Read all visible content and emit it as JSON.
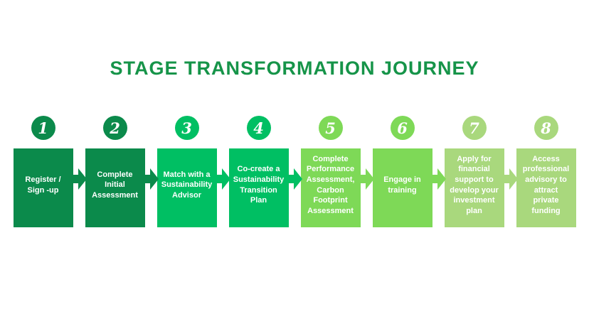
{
  "title": "STAGE TRANSFORMATION JOURNEY",
  "colors": {
    "title_green": "#169449",
    "dark_green": "#0B8A4B",
    "medium_green": "#00BF63",
    "light_green": "#7ED957",
    "pale_green": "#A9D87D",
    "step_text": "#FFFFFF",
    "background": "#FFFFFF"
  },
  "steps": [
    {
      "number": "1",
      "label": "Register /\nSign -up",
      "color": "#0B8A4B",
      "arrow_after": true
    },
    {
      "number": "2",
      "label": "Complete\nInitial\nAssessment",
      "color": "#0B8A4B",
      "arrow_after": true
    },
    {
      "number": "3",
      "label": "Match with a\nSustainability\nAdvisor",
      "color": "#00BF63",
      "arrow_after": true
    },
    {
      "number": "4",
      "label": "Co-create a\nSustainability\nTransition\nPlan",
      "color": "#00BF63",
      "arrow_after": true
    },
    {
      "number": "5",
      "label": "Complete\nPerformance\nAssessment,\nCarbon\nFootprint\nAssessment",
      "color": "#7ED957",
      "arrow_after": true
    },
    {
      "number": "6",
      "label": "Engage in\ntraining",
      "color": "#7ED957",
      "arrow_after": true
    },
    {
      "number": "7",
      "label": "Apply for\nfinancial\nsupport to\ndevelop your\ninvestment\nplan",
      "color": "#A9D87D",
      "arrow_after": true
    },
    {
      "number": "8",
      "label": "Access\nprofessional\nadvisory to\nattract\nprivate\nfunding",
      "color": "#A9D87D",
      "arrow_after": false
    }
  ]
}
